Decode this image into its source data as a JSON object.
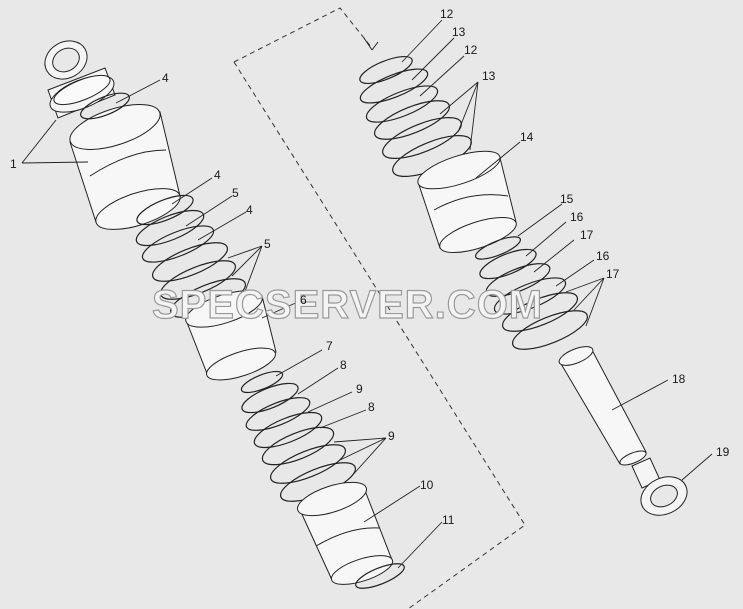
{
  "watermark": "SPECSERVER.COM",
  "callouts": {
    "c1": "1",
    "c4a": "4",
    "c4b": "4",
    "c4c": "4",
    "c5a": "5",
    "c5b": "5",
    "c6": "6",
    "c7": "7",
    "c8a": "8",
    "c8b": "8",
    "c9a": "9",
    "c9b": "9",
    "c10": "10",
    "c11": "11",
    "c12a": "12",
    "c12b": "12",
    "c13a": "13",
    "c13b": "13",
    "c14": "14",
    "c15": "15",
    "c16a": "16",
    "c16b": "16",
    "c17a": "17",
    "c17b": "17",
    "c18": "18",
    "c19": "19"
  }
}
